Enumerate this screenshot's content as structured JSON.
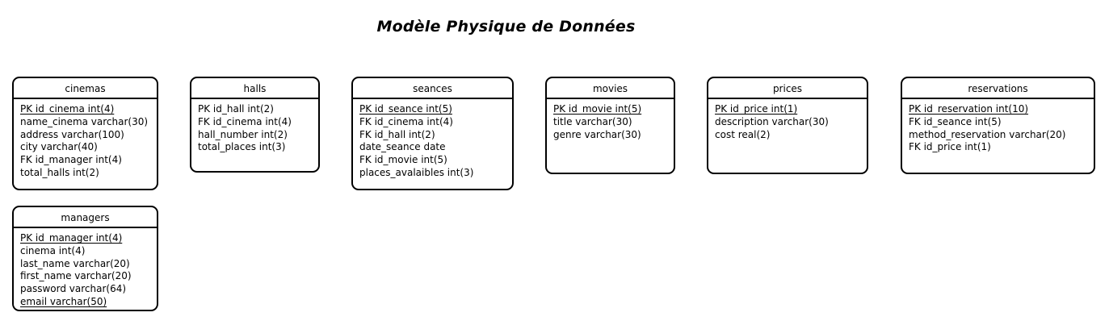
{
  "title": "Modèle Physique de Données",
  "tables": {
    "cinemas": {
      "name": "cinemas",
      "rows": [
        "PK id_cinema int(4)",
        "name_cinema varchar(30)",
        "address varchar(100)",
        "city varchar(40)",
        "FK id_manager int(4)",
        "total_halls int(2)"
      ]
    },
    "halls": {
      "name": "halls",
      "rows": [
        "PK id_hall int(2)",
        "FK id_cinema int(4)",
        "hall_number int(2)",
        "total_places int(3)"
      ]
    },
    "seances": {
      "name": "seances",
      "rows": [
        "PK id_seance int(5)",
        "FK id_cinema int(4)",
        "FK id_hall int(2)",
        "date_seance date",
        "FK id_movie int(5)",
        "places_avalaibles int(3)"
      ]
    },
    "movies": {
      "name": "movies",
      "rows": [
        "PK id_movie int(5)",
        "title varchar(30)",
        "genre varchar(30)"
      ]
    },
    "prices": {
      "name": "prices",
      "rows": [
        "PK id_price int(1)",
        "description varchar(30)",
        "cost real(2)"
      ]
    },
    "reservations": {
      "name": "reservations",
      "rows": [
        "PK id_reservation int(10)",
        "FK id_seance int(5)",
        "method_reservation varchar(20)",
        "FK id_price int(1)"
      ]
    },
    "managers": {
      "name": "managers",
      "rows": [
        "PK id_manager int(4)",
        "cinema int(4)",
        "last_name varchar(20)",
        "first_name varchar(20)",
        "password varchar(64)",
        "email varchar(50)"
      ]
    }
  }
}
